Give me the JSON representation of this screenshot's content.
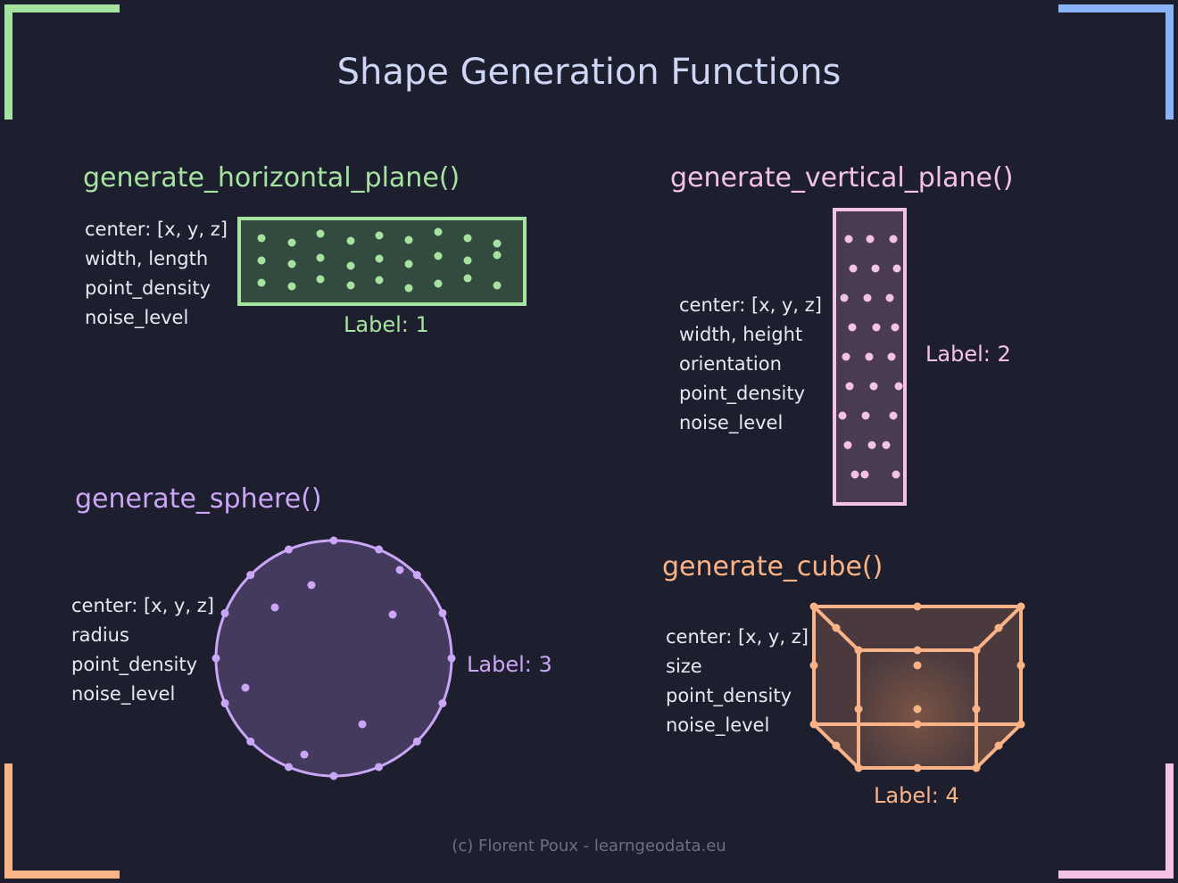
{
  "title": "Shape Generation Functions",
  "colors": {
    "background": "#1e1f2e",
    "green": "#a6e3a1",
    "pink": "#f5c2e7",
    "purple": "#cba6f7",
    "orange": "#fab387",
    "blue": "#89b4fa"
  },
  "horizontal_plane": {
    "function": "generate_horizontal_plane()",
    "params": [
      "center: [x, y, z]",
      "width, length",
      "point_density",
      "noise_level"
    ],
    "label": "Label: 1"
  },
  "vertical_plane": {
    "function": "generate_vertical_plane()",
    "params": [
      "center: [x, y, z]",
      "width, height",
      "orientation",
      "point_density",
      "noise_level"
    ],
    "label": "Label: 2"
  },
  "sphere": {
    "function": "generate_sphere()",
    "params": [
      "center: [x, y, z]",
      "radius",
      "point_density",
      "noise_level"
    ],
    "label": "Label: 3"
  },
  "cube": {
    "function": "generate_cube()",
    "params": [
      "center: [x, y, z]",
      "size",
      "point_density",
      "noise_level"
    ],
    "label": "Label: 4"
  },
  "credit": "(c) Florent Poux - learngeodata.eu"
}
